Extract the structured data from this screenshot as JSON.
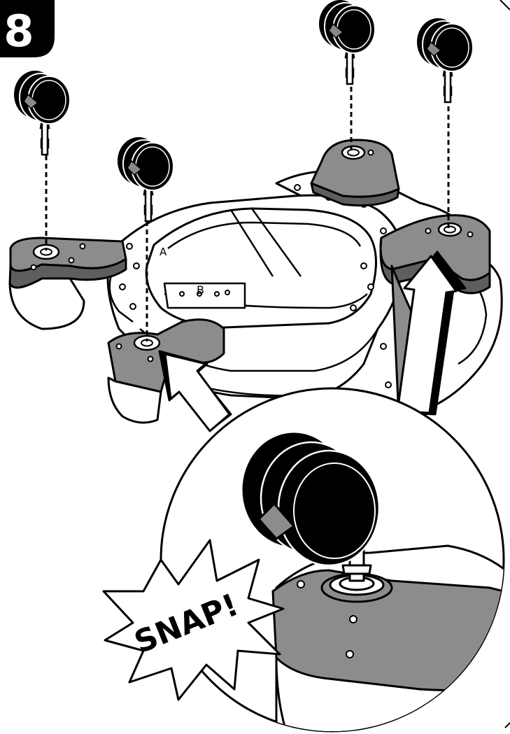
{
  "step": {
    "number": "8"
  },
  "labels": {
    "a": "A",
    "b": "B"
  },
  "callout": {
    "snap": "SNAP!"
  },
  "colors": {
    "ink": "#000000",
    "base_gray": "#8c8c8c",
    "base_dark": "#5e5e5e",
    "paper": "#ffffff",
    "step_badge": "#000000"
  },
  "icons": {
    "caster": "caster-wheel-icon",
    "arrow": "up-arrow-icon",
    "burst": "snap-burst-icon"
  }
}
